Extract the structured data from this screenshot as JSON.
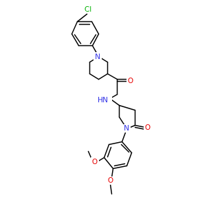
{
  "structure": {
    "atoms": [
      {
        "id": "Cl",
        "label": "Cl",
        "color": "#00b000"
      },
      {
        "id": "N_pip_bottom",
        "label": "N",
        "color": "#3030e6"
      },
      {
        "id": "N_amide",
        "label": "N",
        "color": "#3030e6"
      },
      {
        "id": "H_amide",
        "label": "H",
        "color": "#3030e6"
      },
      {
        "id": "O_carbonyl",
        "label": "O",
        "color": "#e60000"
      },
      {
        "id": "N_pyrrolidine",
        "label": "N",
        "color": "#3030e6"
      },
      {
        "id": "O_lactam",
        "label": "O",
        "color": "#e60000"
      },
      {
        "id": "O_methoxy_upper",
        "label": "O",
        "color": "#e60000"
      },
      {
        "id": "O_methoxy_lower",
        "label": "O",
        "color": "#e60000"
      }
    ],
    "bond_color": "#000000"
  }
}
